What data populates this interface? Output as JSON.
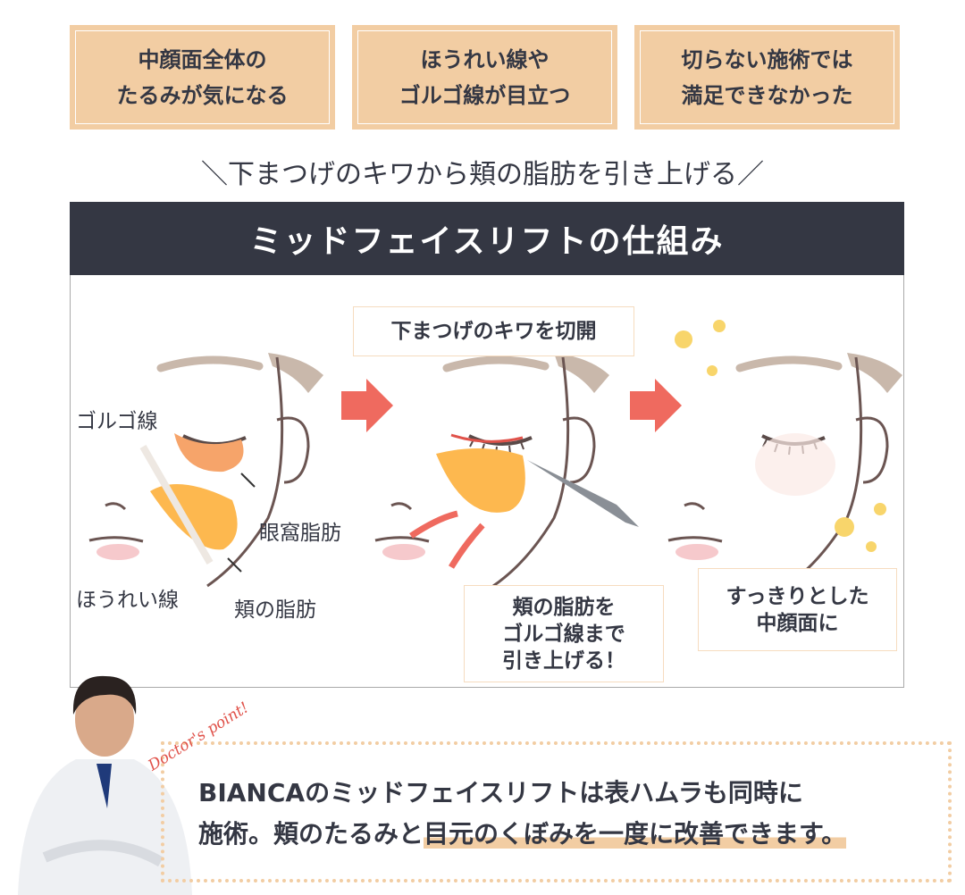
{
  "concerns": [
    {
      "line1": "中顔面全体の",
      "line2": "たるみが気になる"
    },
    {
      "line1": "ほうれい線や",
      "line2": "ゴルゴ線が目立つ"
    },
    {
      "line1": "切らない施術では",
      "line2": "満足できなかった"
    }
  ],
  "subtitle": "＼下まつげのキワから頬の脂肪を引き上げる／",
  "section_title": "ミッドフェイスリフトの仕組み",
  "diagram": {
    "labels": {
      "golgo": "ゴルゴ線",
      "orbital_fat": "眼窩脂肪",
      "nasolabial": "ほうれい線",
      "cheek_fat": "頬の脂肪"
    },
    "step2_caption": "下まつげのキワを切開",
    "step2_result": {
      "line1": "頬の脂肪を",
      "line2": "ゴルゴ線まで",
      "line3": "引き上げる！"
    },
    "step3_result": {
      "line1": "すっきりとした",
      "line2": "中顔面に"
    },
    "colors": {
      "arrow": "#ef6a5f",
      "fat": "#fdb84f",
      "orbital_fat": "#f6a46a",
      "beige": "#f2cda3",
      "dark": "#343743"
    }
  },
  "doctor_point": {
    "tag": "Doctor's point!",
    "line1": "BIANCAのミッドフェイスリフトは表ハムラも同時に",
    "line2_plain": "施術。頬のたるみと",
    "line2_highlight": "目元のくぼみを一度に改善できます。"
  }
}
